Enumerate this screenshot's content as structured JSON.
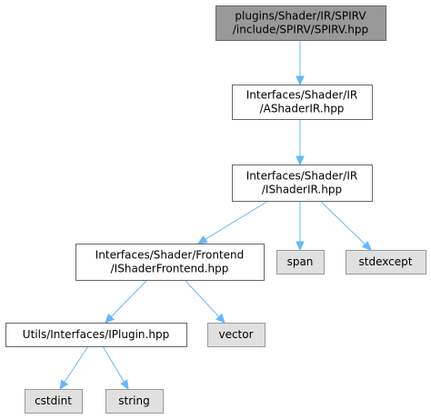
{
  "diagram": {
    "nodes": {
      "spirv": {
        "lines": [
          "plugins/Shader/IR/SPIRV",
          "/include/SPIRV/SPIRV.hpp"
        ],
        "kind": "root"
      },
      "ashaderir": {
        "lines": [
          "Interfaces/Shader/IR",
          "/AShaderIR.hpp"
        ],
        "kind": "file"
      },
      "ishaderir": {
        "lines": [
          "Interfaces/Shader/IR",
          "/IShaderIR.hpp"
        ],
        "kind": "file"
      },
      "ishaderfrontend": {
        "lines": [
          "Interfaces/Shader/Frontend",
          "/IShaderFrontend.hpp"
        ],
        "kind": "file"
      },
      "span": {
        "lines": [
          "span"
        ],
        "kind": "system"
      },
      "stdexcept": {
        "lines": [
          "stdexcept"
        ],
        "kind": "system"
      },
      "iplugin": {
        "lines": [
          "Utils/Interfaces/IPlugin.hpp"
        ],
        "kind": "file"
      },
      "vector": {
        "lines": [
          "vector"
        ],
        "kind": "system"
      },
      "cstdint": {
        "lines": [
          "cstdint"
        ],
        "kind": "system"
      },
      "string": {
        "lines": [
          "string"
        ],
        "kind": "system"
      }
    },
    "edges": [
      {
        "from": "spirv",
        "to": "ashaderir"
      },
      {
        "from": "ashaderir",
        "to": "ishaderir"
      },
      {
        "from": "ishaderir",
        "to": "ishaderfrontend"
      },
      {
        "from": "ishaderir",
        "to": "span"
      },
      {
        "from": "ishaderir",
        "to": "stdexcept"
      },
      {
        "from": "ishaderfrontend",
        "to": "iplugin"
      },
      {
        "from": "ishaderfrontend",
        "to": "vector"
      },
      {
        "from": "iplugin",
        "to": "cstdint"
      },
      {
        "from": "iplugin",
        "to": "string"
      }
    ],
    "colors": {
      "edge": "#63b8ff",
      "root_fill": "#999999",
      "file_fill": "#ffffff",
      "system_fill": "#e0e0e0",
      "border": "#666666"
    }
  }
}
